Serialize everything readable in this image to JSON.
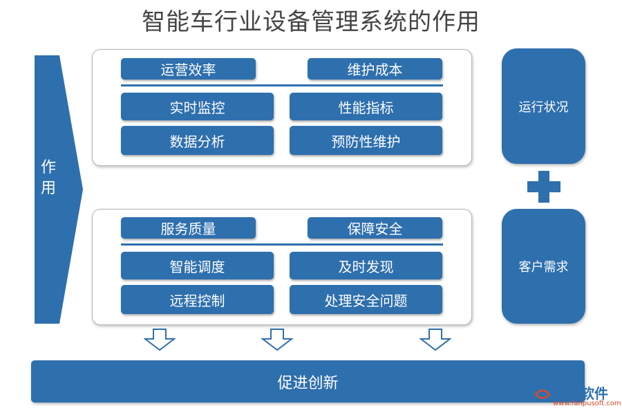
{
  "title": "智能车行业设备管理系统的作用",
  "left_arrow": {
    "label_line1": "作",
    "label_line2": "用"
  },
  "top_panel": {
    "headers": [
      "运营效率",
      "维护成本"
    ],
    "items": [
      "实时监控",
      "性能指标",
      "数据分析",
      "预防性维护"
    ]
  },
  "bottom_panel": {
    "headers": [
      "服务质量",
      "保障安全"
    ],
    "items": [
      "智能调度",
      "及时发现",
      "远程控制",
      "处理安全问题"
    ]
  },
  "right": {
    "top": "运行状况",
    "bottom": "客户需求"
  },
  "bottom_bar": "促进创新",
  "brand": {
    "name": "泛普软件",
    "url": "www.fanpusoft.com"
  },
  "colors": {
    "primary": "#2e6fae",
    "arrow_outline": "#2e6fae",
    "brand_accent": "#d94a2a"
  }
}
